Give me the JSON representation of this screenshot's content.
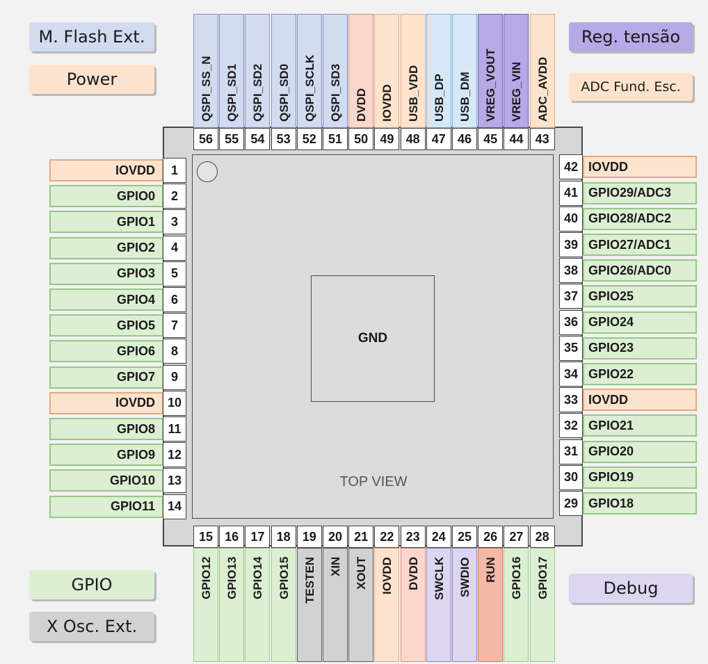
{
  "colors": {
    "flash": {
      "bg": "#d2dbef",
      "bd": "#7f93c2"
    },
    "power": {
      "bg": "#fde3cd",
      "bd": "#e8a77a"
    },
    "gpio": {
      "bg": "#dcefd3",
      "bd": "#97c786"
    },
    "xosc": {
      "bg": "#d2d2d2",
      "bd": "#555555"
    },
    "vreg": {
      "bg": "#b6a9e6",
      "bd": "#6e5cb0"
    },
    "adc": {
      "bg": "#fde3cd",
      "bd": "#e8a77a"
    },
    "usb": {
      "bg": "#d6e8f8",
      "bd": "#7aaedb"
    },
    "dvdd": {
      "bg": "#fad7cd",
      "bd": "#e38b78"
    },
    "debug": {
      "bg": "#dcd6f0",
      "bd": "#8f82c6"
    },
    "run": {
      "bg": "#f4b9a6",
      "bd": "#d9735a"
    }
  },
  "legend": {
    "flash": "M. Flash Ext.",
    "power": "Power",
    "vreg": "Reg. tensão",
    "adc": "ADC Fund. Esc.",
    "gpio": "GPIO",
    "xosc": "X Osc. Ext.",
    "debug": "Debug"
  },
  "chip": {
    "gnd_label": "GND",
    "top_view": "TOP VIEW"
  },
  "pins": {
    "left": [
      {
        "num": "1",
        "name": "IOVDD",
        "type": "power"
      },
      {
        "num": "2",
        "name": "GPIO0",
        "type": "gpio"
      },
      {
        "num": "3",
        "name": "GPIO1",
        "type": "gpio"
      },
      {
        "num": "4",
        "name": "GPIO2",
        "type": "gpio"
      },
      {
        "num": "5",
        "name": "GPIO3",
        "type": "gpio"
      },
      {
        "num": "6",
        "name": "GPIO4",
        "type": "gpio"
      },
      {
        "num": "7",
        "name": "GPIO5",
        "type": "gpio"
      },
      {
        "num": "8",
        "name": "GPIO6",
        "type": "gpio"
      },
      {
        "num": "9",
        "name": "GPIO7",
        "type": "gpio"
      },
      {
        "num": "10",
        "name": "IOVDD",
        "type": "power"
      },
      {
        "num": "11",
        "name": "GPIO8",
        "type": "gpio"
      },
      {
        "num": "12",
        "name": "GPIO9",
        "type": "gpio"
      },
      {
        "num": "13",
        "name": "GPIO10",
        "type": "gpio"
      },
      {
        "num": "14",
        "name": "GPIO11",
        "type": "gpio"
      }
    ],
    "bottom": [
      {
        "num": "15",
        "name": "GPIO12",
        "type": "gpio"
      },
      {
        "num": "16",
        "name": "GPIO13",
        "type": "gpio"
      },
      {
        "num": "17",
        "name": "GPIO14",
        "type": "gpio"
      },
      {
        "num": "18",
        "name": "GPIO15",
        "type": "gpio"
      },
      {
        "num": "19",
        "name": "TESTEN",
        "type": "xosc"
      },
      {
        "num": "20",
        "name": "XIN",
        "type": "xosc"
      },
      {
        "num": "21",
        "name": "XOUT",
        "type": "xosc"
      },
      {
        "num": "22",
        "name": "IOVDD",
        "type": "power"
      },
      {
        "num": "23",
        "name": "DVDD",
        "type": "dvdd"
      },
      {
        "num": "24",
        "name": "SWCLK",
        "type": "debug"
      },
      {
        "num": "25",
        "name": "SWDIO",
        "type": "debug"
      },
      {
        "num": "26",
        "name": "RUN",
        "type": "run"
      },
      {
        "num": "27",
        "name": "GPIO16",
        "type": "gpio"
      },
      {
        "num": "28",
        "name": "GPIO17",
        "type": "gpio"
      }
    ],
    "right": [
      {
        "num": "29",
        "name": "GPIO18",
        "type": "gpio"
      },
      {
        "num": "30",
        "name": "GPIO19",
        "type": "gpio"
      },
      {
        "num": "31",
        "name": "GPIO20",
        "type": "gpio"
      },
      {
        "num": "32",
        "name": "GPIO21",
        "type": "gpio"
      },
      {
        "num": "33",
        "name": "IOVDD",
        "type": "power"
      },
      {
        "num": "34",
        "name": "GPIO22",
        "type": "gpio"
      },
      {
        "num": "35",
        "name": "GPIO23",
        "type": "gpio"
      },
      {
        "num": "36",
        "name": "GPIO24",
        "type": "gpio"
      },
      {
        "num": "37",
        "name": "GPIO25",
        "type": "gpio"
      },
      {
        "num": "38",
        "name": "GPIO26/ADC0",
        "type": "gpio"
      },
      {
        "num": "39",
        "name": "GPIO27/ADC1",
        "type": "gpio"
      },
      {
        "num": "40",
        "name": "GPIO28/ADC2",
        "type": "gpio"
      },
      {
        "num": "41",
        "name": "GPIO29/ADC3",
        "type": "gpio"
      },
      {
        "num": "42",
        "name": "IOVDD",
        "type": "power"
      }
    ],
    "top": [
      {
        "num": "43",
        "name": "ADC_AVDD",
        "type": "adc"
      },
      {
        "num": "44",
        "name": "VREG_VIN",
        "type": "vreg"
      },
      {
        "num": "45",
        "name": "VREG_VOUT",
        "type": "vreg"
      },
      {
        "num": "46",
        "name": "USB_DM",
        "type": "usb"
      },
      {
        "num": "47",
        "name": "USB_DP",
        "type": "usb"
      },
      {
        "num": "48",
        "name": "USB_VDD",
        "type": "power"
      },
      {
        "num": "49",
        "name": "IOVDD",
        "type": "power"
      },
      {
        "num": "50",
        "name": "DVDD",
        "type": "dvdd"
      },
      {
        "num": "51",
        "name": "QSPI_SD3",
        "type": "flash"
      },
      {
        "num": "52",
        "name": "QSPI_SCLK",
        "type": "flash"
      },
      {
        "num": "53",
        "name": "QSPI_SD0",
        "type": "flash"
      },
      {
        "num": "54",
        "name": "QSPI_SD2",
        "type": "flash"
      },
      {
        "num": "55",
        "name": "QSPI_SD1",
        "type": "flash"
      },
      {
        "num": "56",
        "name": "QSPI_SS_N",
        "type": "flash"
      }
    ]
  }
}
